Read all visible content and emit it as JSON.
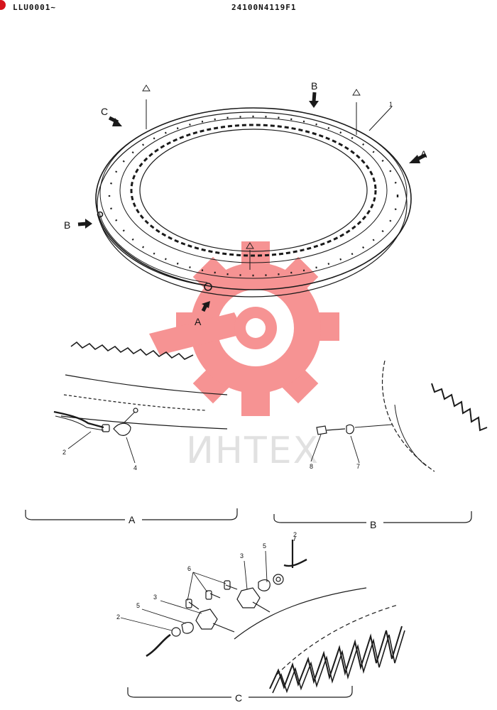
{
  "header": {
    "code": "LLU0001~",
    "part_number": "24100N4119F1"
  },
  "colors": {
    "line": "#1a1a1a",
    "watermark_red": "#ef3b3b",
    "watermark_gray": "#c9c9c9",
    "logo_red": "#d5141c"
  },
  "watermark": {
    "text": "ИНТЕХ",
    "icon": "gear-wrench-icon"
  },
  "views": {
    "a_label": "A",
    "b_label": "B",
    "c_label": "C"
  },
  "callouts": {
    "c1": "1",
    "c2": "2",
    "c3": "3",
    "c4": "4",
    "c5": "5",
    "c6": "6",
    "c7": "7",
    "c8": "8"
  }
}
